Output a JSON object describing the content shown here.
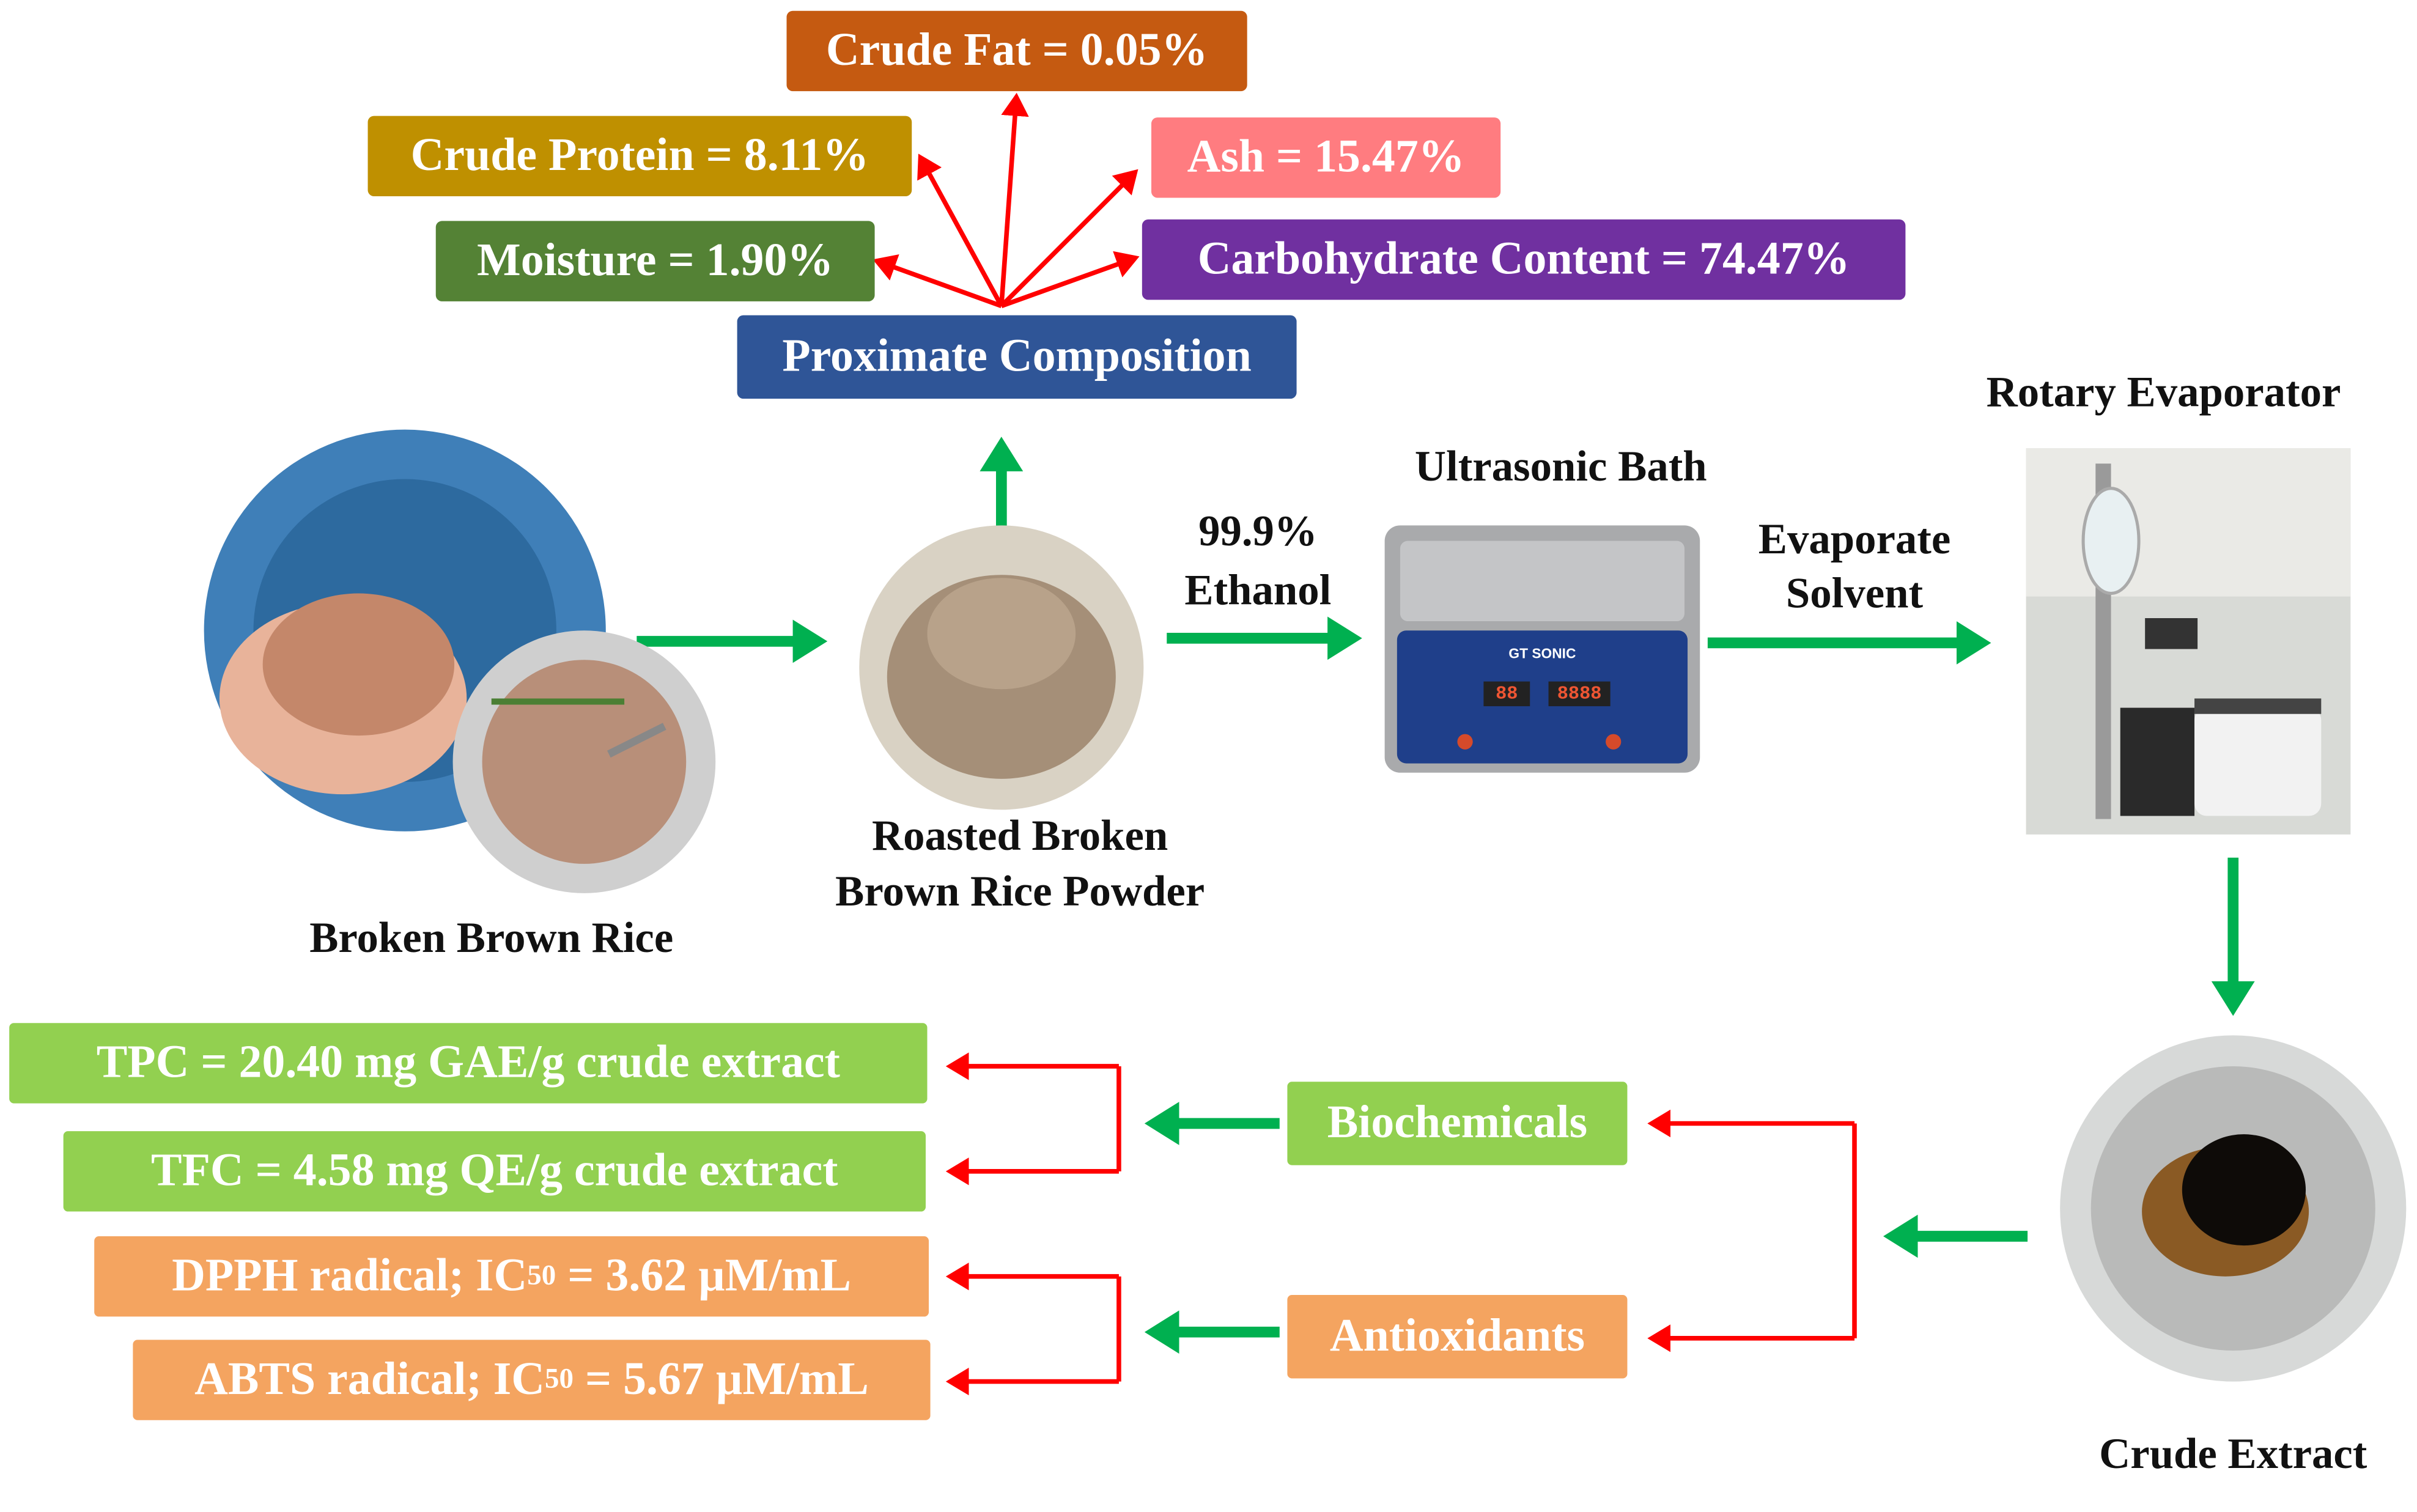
{
  "proximate": {
    "header": "Proximate Composition",
    "fat": "Crude Fat = 0.05%",
    "protein": "Crude Protein = 8.11%",
    "ash": "Ash = 15.47%",
    "moisture": "Moisture = 1.90%",
    "carbohydrate": "Carbohydrate Content = 74.47%"
  },
  "process": {
    "rice_label": "Broken Brown Rice",
    "powder_line1": "Roasted Broken",
    "powder_line2": "Brown Rice Powder",
    "ethanol_line1": "99.9%",
    "ethanol_line2": "Ethanol",
    "ultrasonic_label": "Ultrasonic Bath",
    "bath_brand": "GT SONIC",
    "bath_display1": "88",
    "bath_display2": "8888",
    "evaporate_line1": "Evaporate",
    "evaporate_line2": "Solvent",
    "rotary_label": "Rotary Evaporator",
    "crude_label": "Crude Extract"
  },
  "results": {
    "biochemicals": "Biochemicals",
    "antioxidants": "Antioxidants",
    "tpc": "TPC = 20.40 mg GAE/g crude extract",
    "tfc": "TFC = 4.58 mg QE/g crude extract",
    "dpph_prefix": "DPPH radical; IC",
    "dpph_sub": "50",
    "dpph_suffix": " = 3.62 µM/mL",
    "abts_prefix": "ABTS radical; IC",
    "abts_sub": "50",
    "abts_suffix": " = 5.67 µM/mL"
  },
  "colors": {
    "fat": "#c55a11",
    "protein": "#bf9000",
    "ash": "#ff7c80",
    "moisture": "#548235",
    "carbohydrate": "#7030a0",
    "proximate": "#2f5597",
    "green_box": "#92d050",
    "orange_box": "#f4a460",
    "green_arrow": "#00b050",
    "red_arrow": "#ff0000"
  }
}
